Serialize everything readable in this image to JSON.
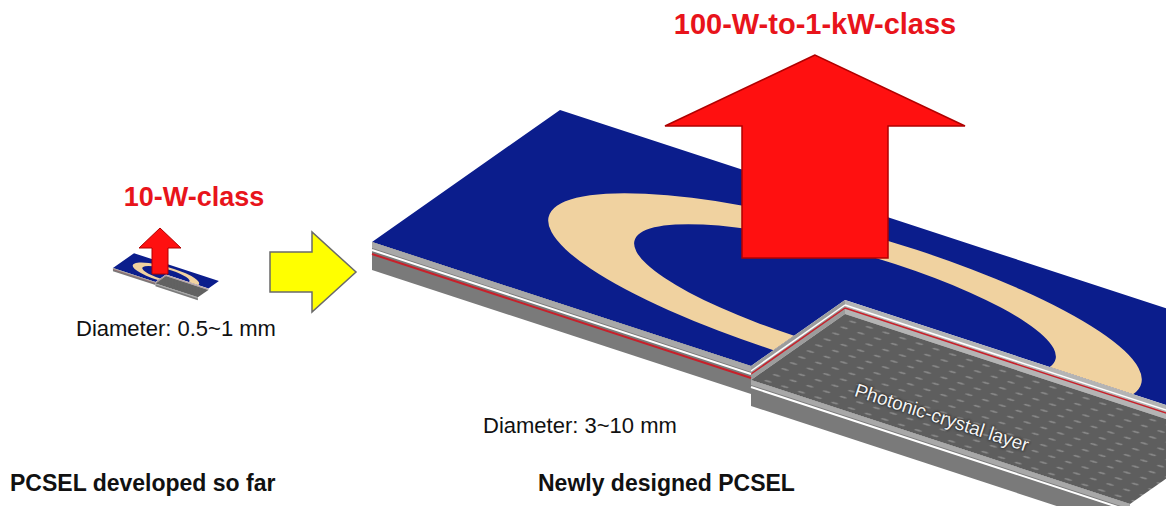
{
  "diagram": {
    "labels": [
      "100-W-to-1-kW-class",
      "10-W-class",
      "Diameter: 0.5~1 mm",
      "Diameter: 3~10 mm",
      "Photonic-crystal layer",
      "PCSEL developed so far",
      "Newly designed PCSEL"
    ]
  }
}
